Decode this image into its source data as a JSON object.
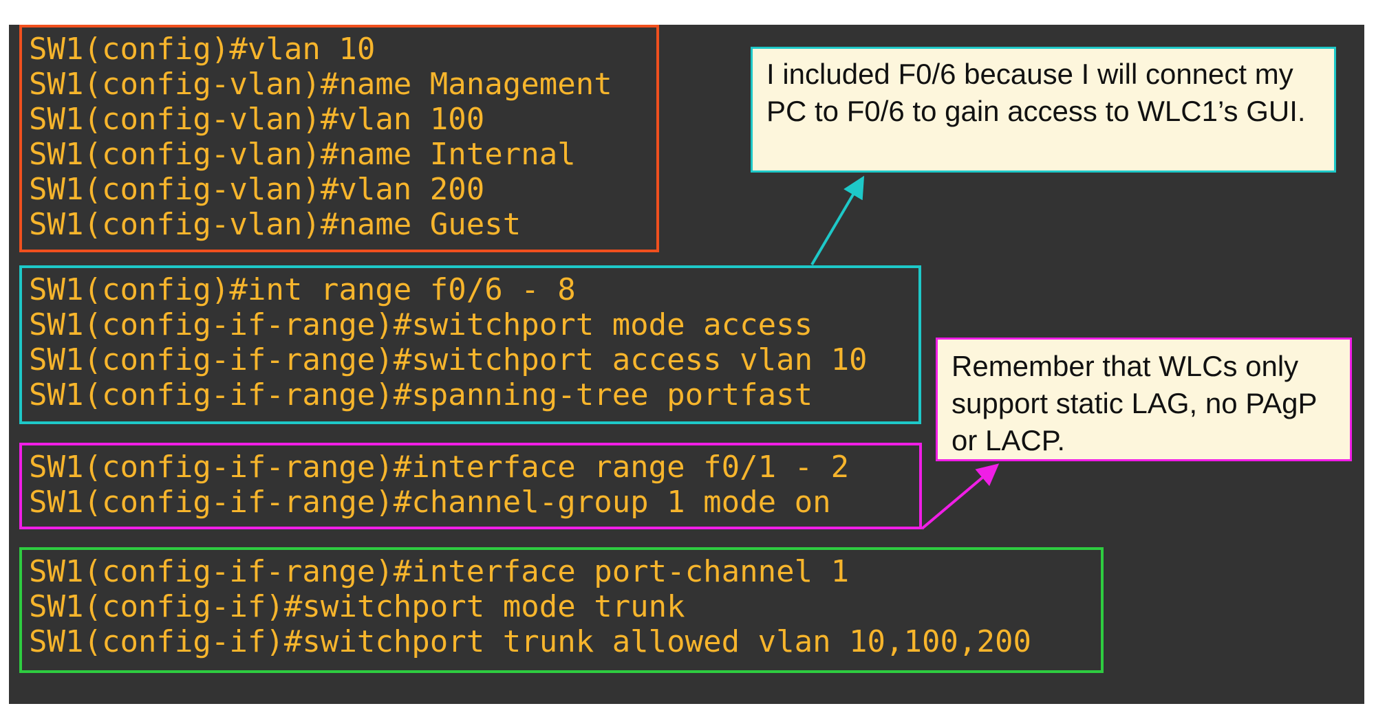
{
  "blocks": [
    {
      "color": "#f0501e",
      "lines": [
        "SW1(config)#vlan 10",
        "SW1(config-vlan)#name Management",
        "SW1(config-vlan)#vlan 100",
        "SW1(config-vlan)#name Internal",
        "SW1(config-vlan)#vlan 200",
        "SW1(config-vlan)#name Guest"
      ]
    },
    {
      "color": "#1ec8c8",
      "lines": [
        "SW1(config)#int range f0/6 - 8",
        "SW1(config-if-range)#switchport mode access",
        "SW1(config-if-range)#switchport access vlan 10",
        "SW1(config-if-range)#spanning-tree portfast"
      ]
    },
    {
      "color": "#f01ee6",
      "lines": [
        "SW1(config-if-range)#interface range f0/1 - 2",
        "SW1(config-if-range)#channel-group 1 mode on"
      ]
    },
    {
      "color": "#2ecc40",
      "lines": [
        "SW1(config-if-range)#interface port-channel 1",
        "SW1(config-if)#switchport mode trunk",
        "SW1(config-if)#switchport trunk allowed vlan 10,100,200"
      ]
    }
  ],
  "notes": [
    {
      "text": "I included F0/6 because I will connect my PC to F0/6 to gain access to WLC1’s GUI.",
      "color": "#1ec8c8"
    },
    {
      "text": "Remember that WLCs only support static LAG, no PAgP or LACP.",
      "color": "#f01ee6"
    }
  ]
}
